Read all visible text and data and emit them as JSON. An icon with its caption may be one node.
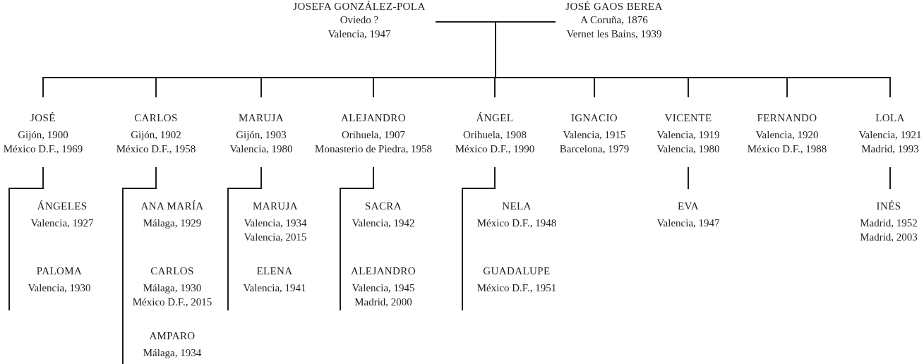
{
  "diagram": {
    "nodes": [
      {
        "text": [
          "JOSEFA GONZÁLEZ-POLA",
          "Oviedo ?",
          "Valencia, 1947"
        ]
      },
      {
        "text": [
          "JOSÉ GAOS BEREA",
          "A Coruña, 1876",
          "Vernet les Bains, 1939"
        ]
      },
      {
        "text": [
          "JOSÉ",
          "Gijón, 1900",
          "México D.F., 1969"
        ]
      },
      {
        "text": [
          "CARLOS",
          "Gijón, 1902",
          "México D.F., 1958"
        ]
      },
      {
        "text": [
          "MARUJA",
          "Gijón, 1903",
          "Valencia, 1980"
        ]
      },
      {
        "text": [
          "ALEJANDRO",
          "Orihuela, 1907",
          "Monasterio de Piedra, 1958"
        ]
      },
      {
        "text": [
          "ÁNGEL",
          "Orihuela, 1908",
          "México D.F., 1990"
        ]
      },
      {
        "text": [
          "IGNACIO",
          "Valencia, 1915",
          "Barcelona, 1979"
        ]
      },
      {
        "text": [
          "VICENTE",
          "Valencia, 1919",
          "Valencia, 1980"
        ]
      },
      {
        "text": [
          "FERNANDO",
          "Valencia, 1920",
          "México D.F., 1988"
        ]
      },
      {
        "text": [
          "LOLA",
          "Valencia, 1921",
          "Madrid, 1993"
        ]
      },
      {
        "text": [
          "ÁNGELES",
          "Valencia, 1927"
        ]
      },
      {
        "text": [
          "PALOMA",
          "Valencia, 1930"
        ]
      },
      {
        "text": [
          "ANA MARÍA",
          "Málaga, 1929"
        ]
      },
      {
        "text": [
          "CARLOS",
          "Málaga, 1930",
          "México D.F., 2015"
        ]
      },
      {
        "text": [
          "AMPARO",
          "Málaga, 1934"
        ]
      },
      {
        "text": [
          "MARUJA",
          "Valencia, 1934",
          "Valencia, 2015"
        ]
      },
      {
        "text": [
          "ELENA",
          "Valencia, 1941"
        ]
      },
      {
        "text": [
          "SACRA",
          "Valencia, 1942"
        ]
      },
      {
        "text": [
          "ALEJANDRO",
          "Valencia, 1945",
          "Madrid, 2000"
        ]
      },
      {
        "text": [
          "NELA",
          "México D.F., 1948"
        ]
      },
      {
        "text": [
          "GUADALUPE",
          "México D.F., 1951"
        ]
      },
      {
        "text": [
          "EVA",
          "Valencia, 1947"
        ]
      },
      {
        "text": [
          "INÉS",
          "Madrid, 1952",
          "Madrid, 2003"
        ]
      }
    ],
    "edges": [
      {
        "from": 0,
        "to": 1,
        "arrow": "none"
      },
      {
        "from": 0,
        "to": 2,
        "arrow": "none"
      },
      {
        "from": 0,
        "to": 3,
        "arrow": "none"
      },
      {
        "from": 0,
        "to": 4,
        "arrow": "none"
      },
      {
        "from": 0,
        "to": 5,
        "arrow": "none"
      },
      {
        "from": 0,
        "to": 6,
        "arrow": "none"
      },
      {
        "from": 0,
        "to": 7,
        "arrow": "none"
      },
      {
        "from": 0,
        "to": 8,
        "arrow": "none"
      },
      {
        "from": 0,
        "to": 9,
        "arrow": "none"
      },
      {
        "from": 0,
        "to": 10,
        "arrow": "none"
      },
      {
        "from": 1,
        "to": 2,
        "arrow": "none"
      },
      {
        "from": 1,
        "to": 3,
        "arrow": "none"
      },
      {
        "from": 1,
        "to": 4,
        "arrow": "none"
      },
      {
        "from": 1,
        "to": 5,
        "arrow": "none"
      },
      {
        "from": 1,
        "to": 6,
        "arrow": "none"
      },
      {
        "from": 1,
        "to": 7,
        "arrow": "none"
      },
      {
        "from": 1,
        "to": 8,
        "arrow": "none"
      },
      {
        "from": 1,
        "to": 9,
        "arrow": "none"
      },
      {
        "from": 1,
        "to": 10,
        "arrow": "none"
      },
      {
        "from": 2,
        "to": 11,
        "arrow": "none"
      },
      {
        "from": 2,
        "to": 12,
        "arrow": "none"
      },
      {
        "from": 3,
        "to": 13,
        "arrow": "none"
      },
      {
        "from": 3,
        "to": 14,
        "arrow": "none"
      },
      {
        "from": 3,
        "to": 15,
        "arrow": "none"
      },
      {
        "from": 4,
        "to": 16,
        "arrow": "none"
      },
      {
        "from": 4,
        "to": 17,
        "arrow": "none"
      },
      {
        "from": 5,
        "to": 18,
        "arrow": "none"
      },
      {
        "from": 5,
        "to": 19,
        "arrow": "none"
      },
      {
        "from": 6,
        "to": 20,
        "arrow": "none"
      },
      {
        "from": 6,
        "to": 21,
        "arrow": "none"
      },
      {
        "from": 8,
        "to": 22,
        "arrow": "none"
      },
      {
        "from": 10,
        "to": 23,
        "arrow": "none"
      }
    ]
  }
}
